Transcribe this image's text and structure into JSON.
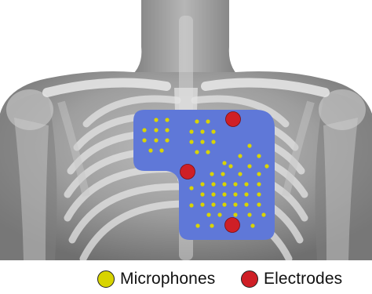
{
  "legend": {
    "microphones": {
      "label": "Microphones",
      "color": "#d8d400"
    },
    "electrodes": {
      "label": "Electrodes",
      "color": "#cf1f26"
    }
  },
  "patch": {
    "color": "#5f78d8",
    "microphone_count": 60,
    "electrode_count": 3
  }
}
